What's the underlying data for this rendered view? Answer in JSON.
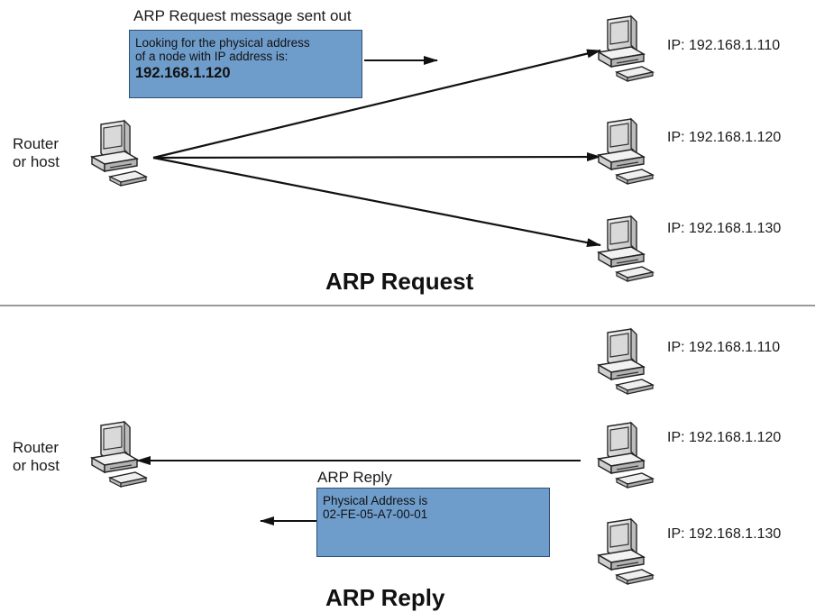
{
  "request": {
    "message_label": "ARP Request message sent out",
    "message_lines": [
      "Looking for the physical address",
      "of a node with IP address is:"
    ],
    "message_ip": "192.168.1.120",
    "sender_label": "Router\nor host",
    "hosts": [
      {
        "ip": "IP: 192.168.1.110"
      },
      {
        "ip": "IP: 192.168.1.120"
      },
      {
        "ip": "IP: 192.168.1.130"
      }
    ],
    "title": "ARP Request"
  },
  "reply": {
    "message_label": "ARP Reply",
    "message_lines": [
      "Physical Address is",
      "02-FE-05-A7-00-01"
    ],
    "receiver_label": "Router\nor host",
    "hosts": [
      {
        "ip": "IP: 192.168.1.110"
      },
      {
        "ip": "IP: 192.168.1.120"
      },
      {
        "ip": "IP: 192.168.1.130"
      }
    ],
    "title": "ARP Reply"
  },
  "colors": {
    "message_box_fill": "#6f9dcb",
    "message_box_border": "#2f4f73",
    "arrow": "#111111",
    "divider": "#9a9a9a"
  },
  "icons": {
    "computer": "desktop-computer-icon"
  }
}
